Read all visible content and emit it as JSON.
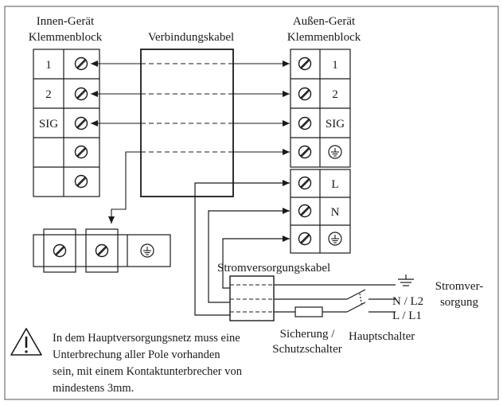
{
  "labels": {
    "indoor_title_1": "Innen-Gerät",
    "indoor_title_2": "Klemmenblock",
    "cable_title": "Verbindungskabel",
    "outdoor_title_1": "Außen-Gerät",
    "outdoor_title_2": "Klemmenblock",
    "power_cable": "Stromversorgungskabel",
    "power_supply_1": "Stromver-",
    "power_supply_2": "sorgung",
    "fuse_1": "Sicherung /",
    "fuse_2": "Schutzschalter",
    "main_switch": "Hauptschalter",
    "n_l2": "N / L2",
    "l_l1": "L / L1"
  },
  "indoor_terminals": [
    "1",
    "2",
    "SIG",
    "",
    ""
  ],
  "outdoor_terminals": [
    "1",
    "2",
    "SIG"
  ],
  "power_terminals": [
    "L",
    "N"
  ],
  "warning": {
    "icon": "warning-triangle-icon",
    "lines": [
      "In dem Hauptversorgungsnetz muss eine",
      "Unterbrechung aller Pole vorhanden",
      "sein, mit einem Kontaktunterbrecher von",
      "mindestens 3mm."
    ]
  },
  "colors": {
    "line": "#1a1a1a",
    "frame": "#555555"
  }
}
